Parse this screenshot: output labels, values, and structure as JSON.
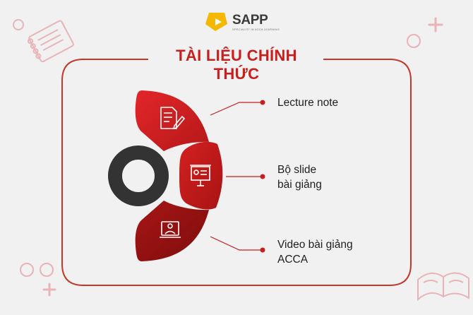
{
  "brand": {
    "name": "SAPP",
    "tagline": "SPECIALIST IN ACCA LEARNING"
  },
  "title": "TÀI LIỆU CHÍNH THỨC",
  "items": [
    {
      "lines": [
        "Lecture note"
      ],
      "icon": "document-edit-icon"
    },
    {
      "lines": [
        "Bộ slide",
        "bài giảng"
      ],
      "icon": "presentation-board-icon"
    },
    {
      "lines": [
        "Video bài giảng",
        "ACCA"
      ],
      "icon": "video-lesson-icon"
    }
  ],
  "colors": {
    "background": "#f1f1f1",
    "accent": "#c81e1e",
    "accent_light": "#e02424",
    "accent_dark": "#9e1212",
    "ring": "#333333",
    "frame": "#c0392b",
    "decor": "#e8b4b8",
    "brand_gold": "#f5b700"
  }
}
